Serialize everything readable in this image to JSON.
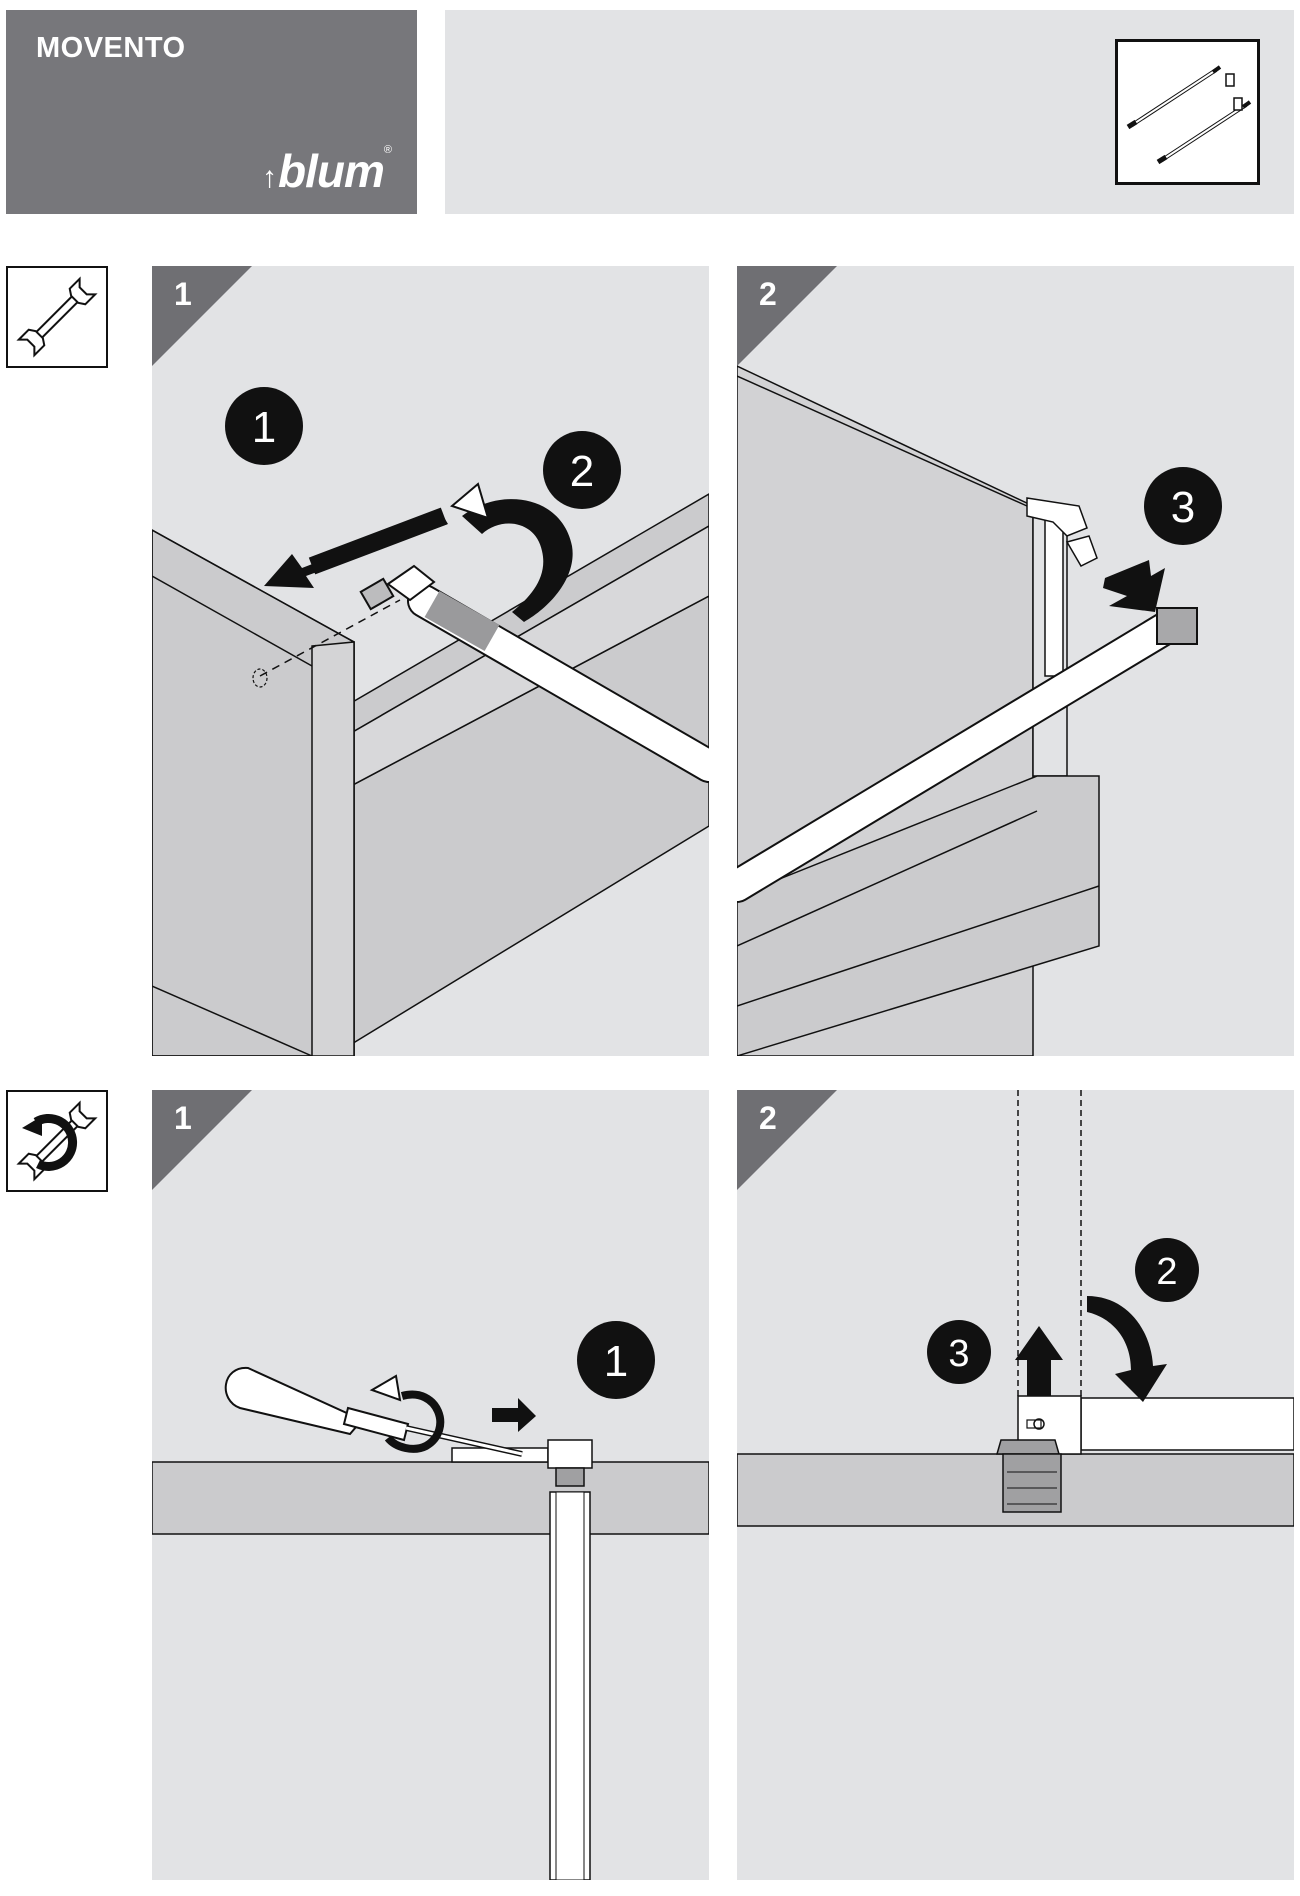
{
  "header": {
    "product": "MOVENTO",
    "brand": "blum",
    "brand_mark": "®"
  },
  "icons": {
    "thumbnail": "rails-and-clip-parts-thumbnail",
    "install": "wrench-icon",
    "removal": "wrench-reverse-arrow-icon"
  },
  "colors": {
    "brand_box": "#77777b",
    "panel_bg": "#e2e3e5",
    "board": "#cbcbcd",
    "corner": "#6f6f73",
    "line": "#111111"
  },
  "install": {
    "panels": [
      {
        "step": "1",
        "callouts": [
          "1",
          "2"
        ]
      },
      {
        "step": "2",
        "callouts": [
          "3"
        ]
      }
    ]
  },
  "removal": {
    "panels": [
      {
        "step": "1",
        "callouts": [
          "1"
        ]
      },
      {
        "step": "2",
        "callouts": [
          "2",
          "3"
        ]
      }
    ]
  }
}
